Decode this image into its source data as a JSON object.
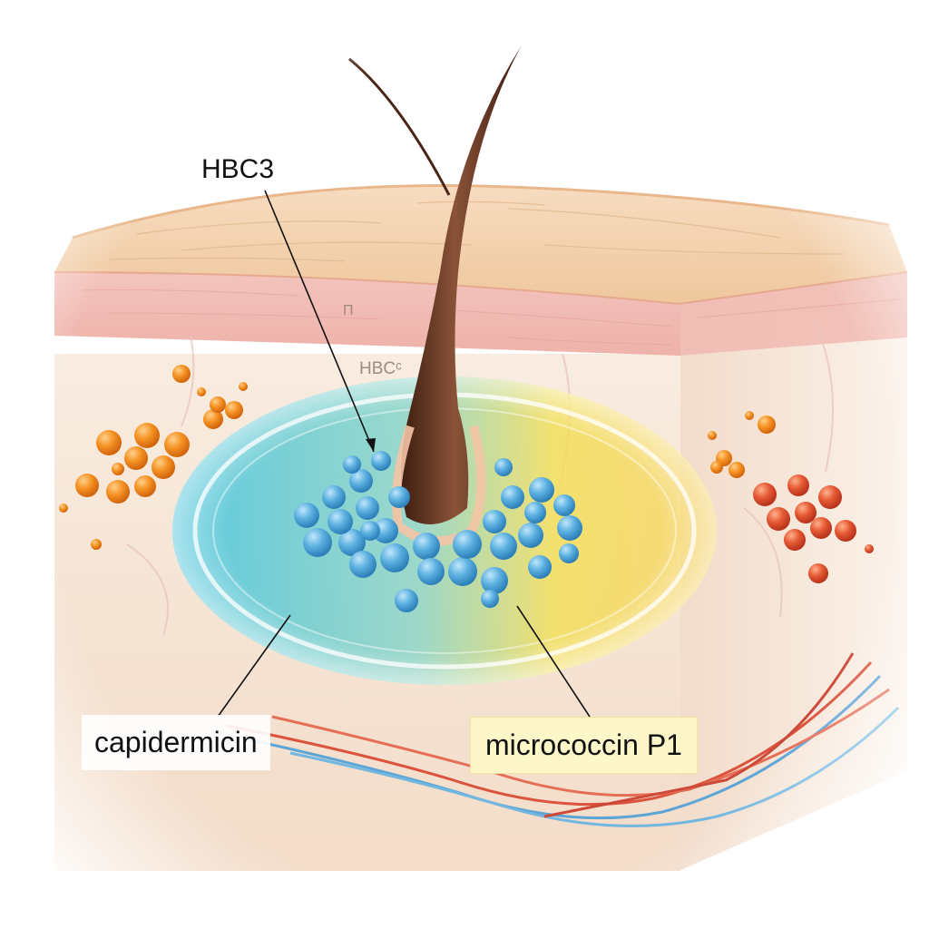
{
  "labels": {
    "hbc3": "HBC3",
    "capidermicin": "capidermicin",
    "micrococcin": "micrococcin P1",
    "faint_hbc": "HBCᶜ",
    "faint_mark": "Π"
  },
  "colors": {
    "skin_surface": "#f2cfa8",
    "epidermis": "#f1b9b3",
    "dermis": "#f6e3d3",
    "hair_shaft": "#5a3020",
    "bacteria_blue": "#4aa3d6",
    "bacteria_orange": "#f0881c",
    "bacteria_red": "#e04a2c",
    "zone_cyan": "#45c6de",
    "zone_yellow": "#f4d63a",
    "capillary_red": "#d9442e",
    "capillary_blue": "#4c9fd8"
  }
}
